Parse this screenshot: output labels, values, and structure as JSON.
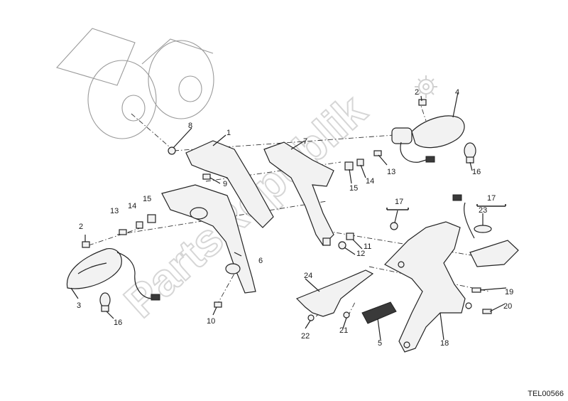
{
  "watermark": "PartsRepublik",
  "drawing_code": "TEL00566",
  "callouts": [
    {
      "id": "c1",
      "text": "1"
    },
    {
      "id": "c2a",
      "text": "2"
    },
    {
      "id": "c2b",
      "text": "2"
    },
    {
      "id": "c3",
      "text": "3"
    },
    {
      "id": "c4",
      "text": "4"
    },
    {
      "id": "c5",
      "text": "5"
    },
    {
      "id": "c6",
      "text": "6"
    },
    {
      "id": "c7",
      "text": "7"
    },
    {
      "id": "c8",
      "text": "8"
    },
    {
      "id": "c9",
      "text": "9"
    },
    {
      "id": "c10",
      "text": "10"
    },
    {
      "id": "c11",
      "text": "11"
    },
    {
      "id": "c12",
      "text": "12"
    },
    {
      "id": "c13a",
      "text": "13"
    },
    {
      "id": "c13b",
      "text": "13"
    },
    {
      "id": "c14a",
      "text": "14"
    },
    {
      "id": "c14b",
      "text": "14"
    },
    {
      "id": "c15a",
      "text": "15"
    },
    {
      "id": "c15b",
      "text": "15"
    },
    {
      "id": "c16a",
      "text": "16"
    },
    {
      "id": "c16b",
      "text": "16"
    },
    {
      "id": "c17a",
      "text": "17"
    },
    {
      "id": "c17b",
      "text": "17"
    },
    {
      "id": "c18",
      "text": "18"
    },
    {
      "id": "c19",
      "text": "19"
    },
    {
      "id": "c20",
      "text": "20"
    },
    {
      "id": "c21",
      "text": "21"
    },
    {
      "id": "c22",
      "text": "22"
    },
    {
      "id": "c23",
      "text": "23"
    },
    {
      "id": "c24",
      "text": "24"
    }
  ],
  "icons": {
    "watermark_logo": "gear-icon"
  }
}
